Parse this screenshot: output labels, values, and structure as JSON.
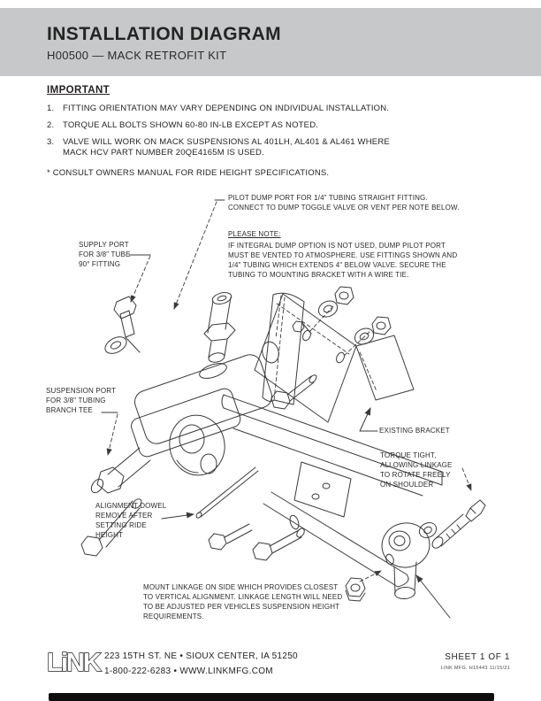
{
  "header": {
    "title": "INSTALLATION DIAGRAM",
    "subtitle": "H00500 — MACK RETROFIT KIT"
  },
  "important": {
    "heading": "IMPORTANT",
    "items": [
      {
        "num": "1.",
        "text": "FITTING ORIENTATION MAY VARY DEPENDING ON INDIVIDUAL INSTALLATION."
      },
      {
        "num": "2.",
        "text": "TORQUE ALL BOLTS SHOWN 60-80 IN-LB EXCEPT AS NOTED."
      },
      {
        "num": "3.",
        "text": "VALVE WILL WORK ON MACK SUSPENSIONS AL 401LH, AL401 & AL461 WHERE\nMACK HCV PART NUMBER 20QE4165M IS USED."
      }
    ],
    "footnote": "* CONSULT OWNERS MANUAL FOR RIDE HEIGHT SPECIFICATIONS."
  },
  "callouts": {
    "pilot_dump": "PILOT DUMP PORT FOR 1/4\" TUBING STRAIGHT FITTING.\nCONNECT TO DUMP TOGGLE VALVE OR VENT PER NOTE BELOW.",
    "please_note_heading": "PLEASE NOTE:",
    "please_note_body": "IF INTEGRAL DUMP OPTION IS NOT USED, DUMP PILOT PORT\nMUST BE VENTED TO ATMOSPHERE. USE FITTINGS SHOWN AND\n1/4\" TUBING WHICH EXTENDS 4\" BELOW VALVE. SECURE THE\nTUBING TO MOUNTING BRACKET WITH A WIRE TIE.",
    "supply_port": "SUPPLY PORT\nFOR 3/8\" TUBE\n90° FITTING",
    "suspension_port": "SUSPENSION PORT\nFOR 3/8\" TUBING\nBRANCH TEE",
    "existing_bracket": "EXISTING BRACKET",
    "torque_tight": "TORQUE TIGHT,\nALLOWING LINKAGE\nTO ROTATE FREELY\nON SHOULDER",
    "alignment_dowel": "ALIGNMENT DOWEL\nREMOVE AFTER\nSETTING RIDE\nHEIGHT",
    "mount_linkage": "MOUNT LINKAGE ON SIDE WHICH PROVIDES CLOSEST\nTO VERTICAL ALIGNMENT. LINKAGE LENGTH WILL NEED\nTO BE ADJUSTED PER VEHICLES SUSPENSION HEIGHT\nREQUIREMENTS."
  },
  "footer": {
    "logo_text": "LiNK",
    "address_line1": "223 15TH ST. NE • SIOUX CENTER, IA 51250",
    "address_line2": "1-800-222-6283 • WWW.LINKMFG.COM",
    "sheet": "SHEET 1 OF 1",
    "doc_ref": "LINK MFG. H15443  11/15/21"
  },
  "colors": {
    "band": "#c7c8ca",
    "ink": "#231f20"
  }
}
